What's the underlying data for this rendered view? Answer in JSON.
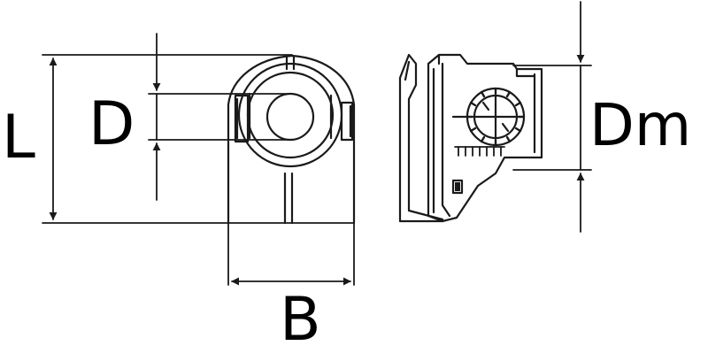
{
  "labels": {
    "length": "L",
    "diameter": "D",
    "width": "B",
    "mounting_diameter": "Dm"
  },
  "colors": {
    "stroke": "#1a1a1a",
    "background": "#ffffff"
  }
}
